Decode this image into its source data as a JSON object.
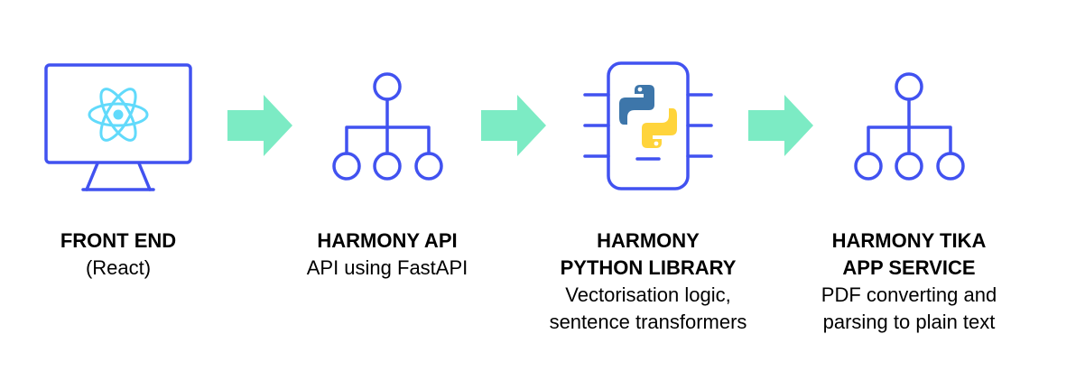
{
  "colors": {
    "icon_stroke": "#4152F0",
    "arrow_fill": "#7CEBC4",
    "react_blue": "#61DAFB",
    "python_blue": "#3D76AA",
    "python_yellow": "#FFD43B",
    "text": "#000000"
  },
  "components": [
    {
      "icon": "monitor-react-icon",
      "title_lines": [
        "FRONT END"
      ],
      "desc_lines": [
        "(React)"
      ]
    },
    {
      "icon": "hierarchy-icon",
      "title_lines": [
        "HARMONY API"
      ],
      "desc_lines": [
        "API using FastAPI"
      ]
    },
    {
      "icon": "chip-python-icon",
      "title_lines": [
        "HARMONY",
        "PYTHON LIBRARY"
      ],
      "desc_lines": [
        "Vectorisation logic,",
        "sentence transformers"
      ]
    },
    {
      "icon": "hierarchy-icon",
      "title_lines": [
        "HARMONY TIKA",
        "APP SERVICE"
      ],
      "desc_lines": [
        "PDF converting and",
        "parsing to plain text"
      ]
    }
  ],
  "arrows": [
    {
      "icon": "arrow-right-icon"
    },
    {
      "icon": "arrow-right-icon"
    },
    {
      "icon": "arrow-right-icon"
    }
  ]
}
